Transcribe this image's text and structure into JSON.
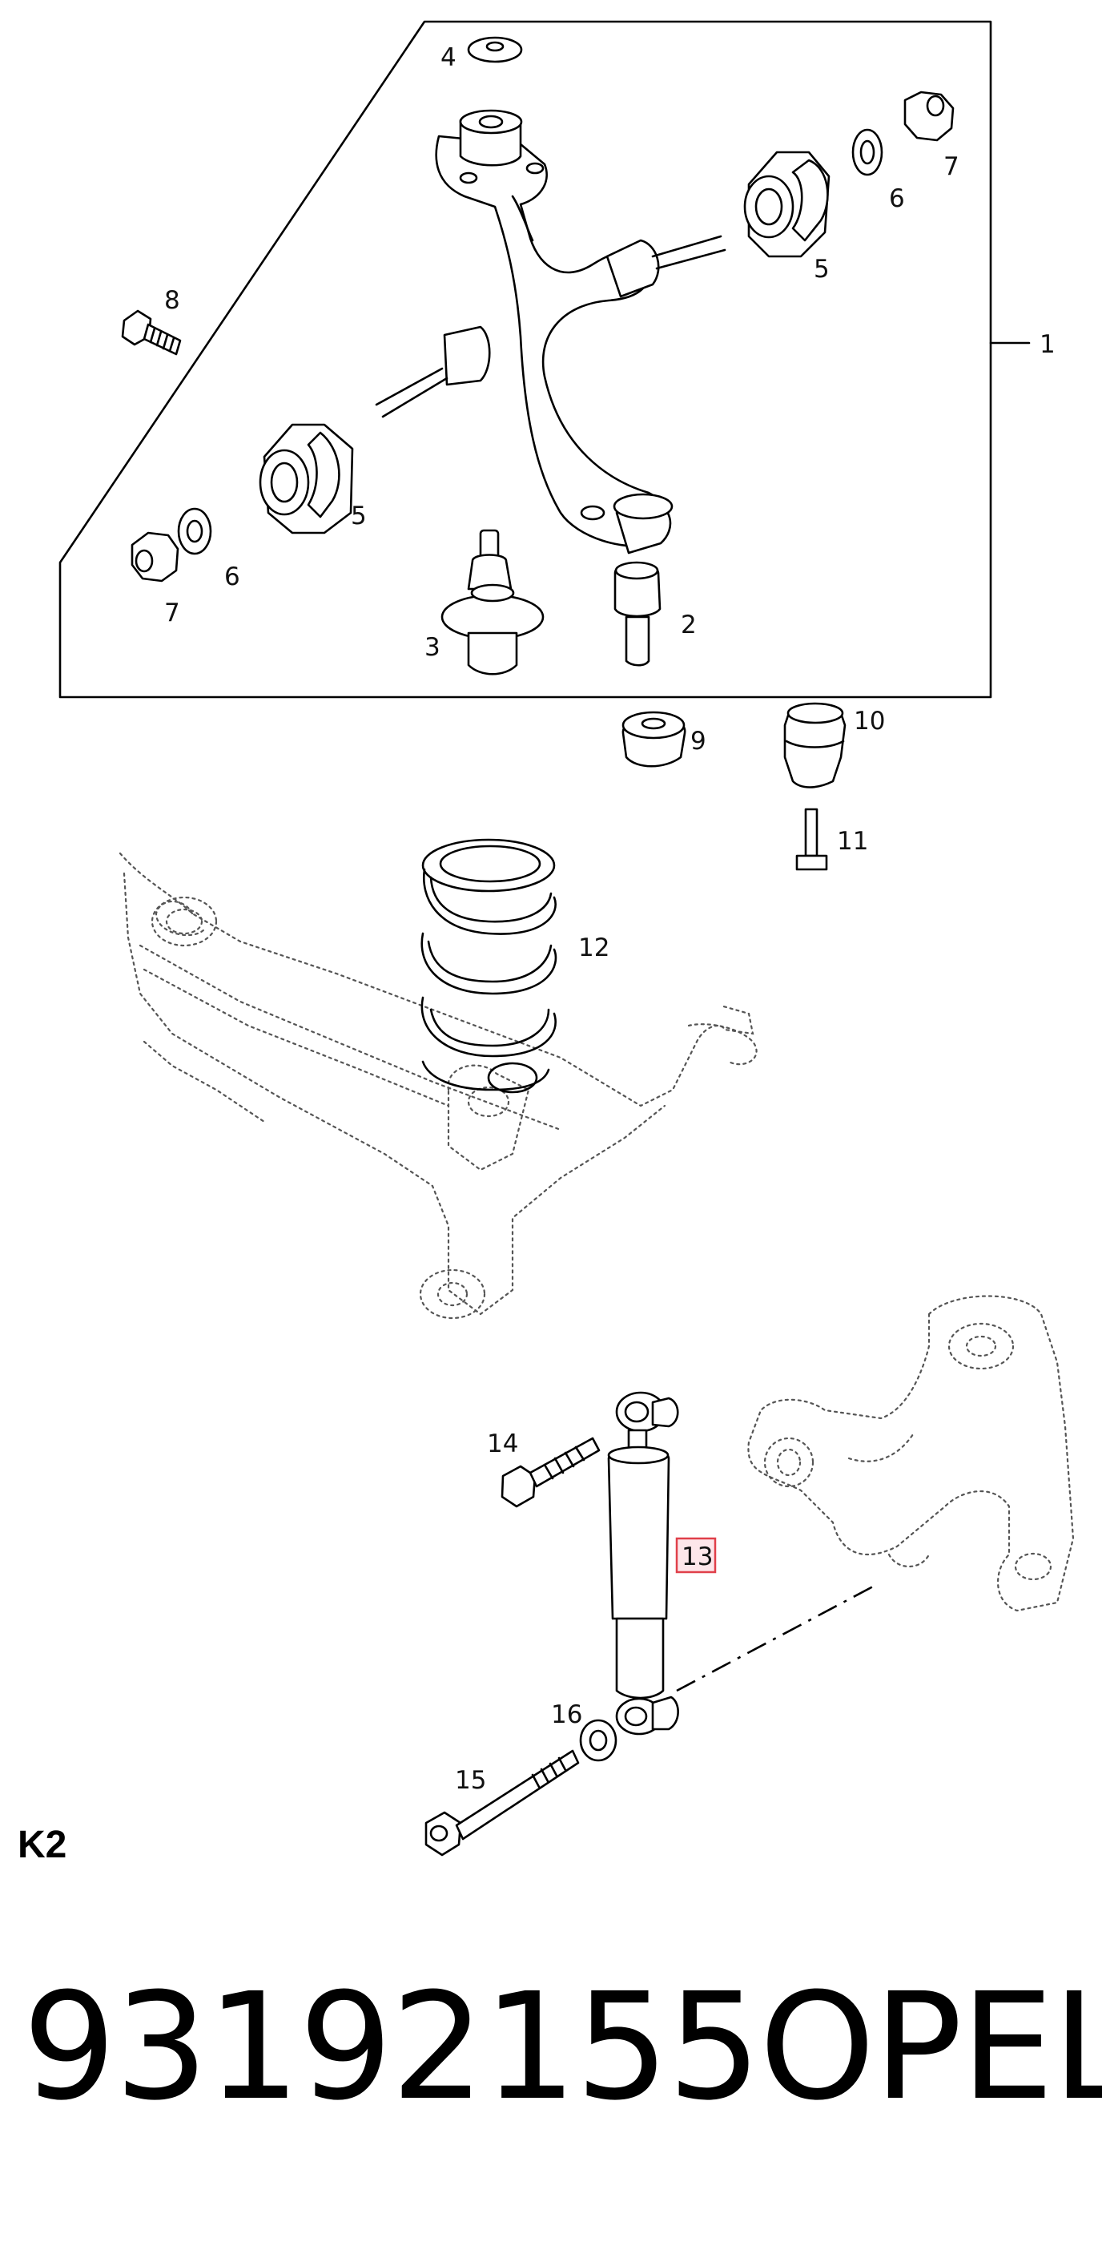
{
  "diagram": {
    "section_code": "K2",
    "callouts": [
      {
        "id": "1",
        "text": "1"
      },
      {
        "id": "2",
        "text": "2"
      },
      {
        "id": "3",
        "text": "3"
      },
      {
        "id": "4",
        "text": "4"
      },
      {
        "id": "5a",
        "text": "5"
      },
      {
        "id": "5b",
        "text": "5"
      },
      {
        "id": "6a",
        "text": "6"
      },
      {
        "id": "6b",
        "text": "6"
      },
      {
        "id": "7a",
        "text": "7"
      },
      {
        "id": "7b",
        "text": "7"
      },
      {
        "id": "8",
        "text": "8"
      },
      {
        "id": "9",
        "text": "9"
      },
      {
        "id": "10",
        "text": "10"
      },
      {
        "id": "11",
        "text": "11"
      },
      {
        "id": "12",
        "text": "12"
      },
      {
        "id": "13",
        "text": "13",
        "highlighted": true
      },
      {
        "id": "14",
        "text": "14"
      },
      {
        "id": "15",
        "text": "15"
      },
      {
        "id": "16",
        "text": "16"
      }
    ],
    "highlight_color": "#e0404a",
    "highlight_fill": "#fde6ea"
  },
  "footer": {
    "part_number": "93192155",
    "brand": "OPEL"
  }
}
